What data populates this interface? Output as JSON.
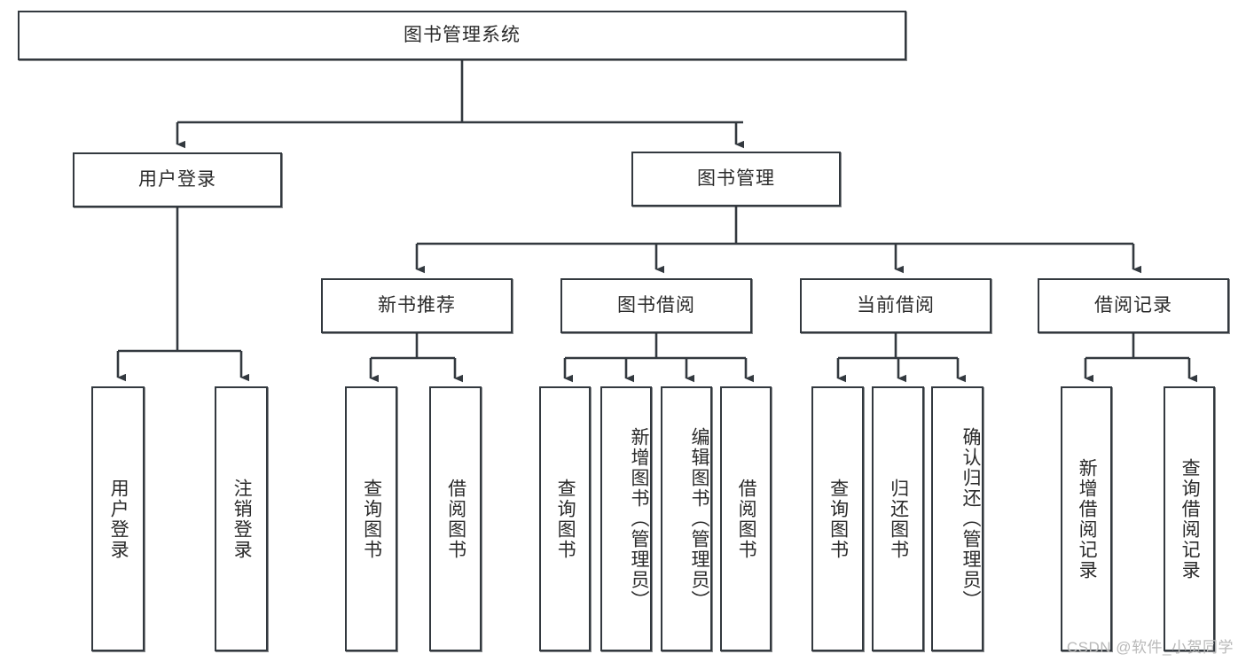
{
  "diagram": {
    "title": "图书管理系统",
    "type": "tree-hierarchy",
    "watermark": "CSDN @软件_小贺同学",
    "colors": {
      "background": "#ffffff",
      "node_border": "#33393f",
      "node_fill": "#ffffff",
      "edge": "#33393f",
      "text": "#2b2b2b",
      "watermark": "#b9b9b9"
    },
    "root": {
      "id": "root",
      "label": "图书管理系统"
    },
    "level2": [
      {
        "id": "user-login",
        "label": "用户登录"
      },
      {
        "id": "book-manage",
        "label": "图书管理"
      }
    ],
    "level3": [
      {
        "id": "new-book-rec",
        "label": "新书推荐",
        "parent": "book-manage"
      },
      {
        "id": "book-borrow",
        "label": "图书借阅",
        "parent": "book-manage"
      },
      {
        "id": "current-borrow",
        "label": "当前借阅",
        "parent": "book-manage"
      },
      {
        "id": "borrow-record",
        "label": "借阅记录",
        "parent": "book-manage"
      }
    ],
    "leaves": [
      {
        "id": "leaf-user-login",
        "label": "用户登录",
        "parent": "user-login"
      },
      {
        "id": "leaf-logout-login",
        "label": "注销登录",
        "parent": "user-login"
      },
      {
        "id": "leaf-query-book-1",
        "label": "查询图书",
        "parent": "new-book-rec"
      },
      {
        "id": "leaf-borrow-book-1",
        "label": "借阅图书",
        "parent": "new-book-rec"
      },
      {
        "id": "leaf-query-book-2",
        "label": "查询图书",
        "parent": "book-borrow"
      },
      {
        "id": "leaf-add-book",
        "label": "新增图书（管理员）",
        "parent": "book-borrow"
      },
      {
        "id": "leaf-edit-book",
        "label": "编辑图书（管理员）",
        "parent": "book-borrow"
      },
      {
        "id": "leaf-borrow-book-2",
        "label": "借阅图书",
        "parent": "book-borrow"
      },
      {
        "id": "leaf-query-book-3",
        "label": "查询图书",
        "parent": "current-borrow"
      },
      {
        "id": "leaf-return-book",
        "label": "归还图书",
        "parent": "current-borrow"
      },
      {
        "id": "leaf-confirm-return",
        "label": "确认归还（管理员）",
        "parent": "current-borrow"
      },
      {
        "id": "leaf-add-record",
        "label": "新增借阅记录",
        "parent": "borrow-record"
      },
      {
        "id": "leaf-query-record",
        "label": "查询借阅记录",
        "parent": "borrow-record"
      }
    ]
  }
}
